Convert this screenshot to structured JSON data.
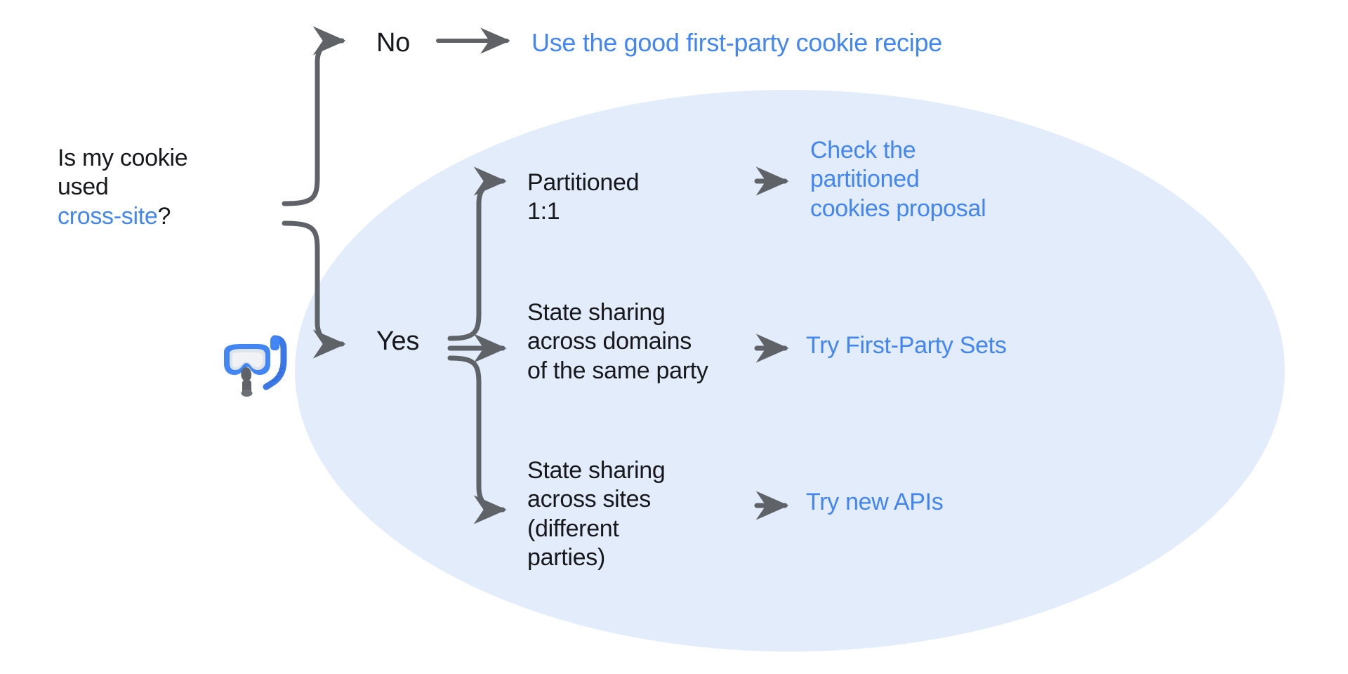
{
  "diagram": {
    "type": "decision-flowchart",
    "title_question": {
      "line1": "Is my cookie",
      "line2": "used",
      "highlight": "cross-site",
      "suffix": "?",
      "full_text": "Is my cookie used cross-site?"
    },
    "branches": [
      {
        "id": "no",
        "label": "No",
        "outcome": "Use the good first-party cookie recipe",
        "outcome_is_link": true,
        "inside_highlight": false
      },
      {
        "id": "yes",
        "label": "Yes",
        "inside_highlight": true,
        "options": [
          {
            "id": "partitioned",
            "text": "Partitioned\n1:1",
            "outcome": "Check the\npartitioned\ncookies proposal",
            "outcome_is_link": true
          },
          {
            "id": "state-sharing-domains",
            "text": "State sharing\nacross domains\nof the same party",
            "outcome": "Try First-Party Sets",
            "outcome_is_link": true
          },
          {
            "id": "state-sharing-sites",
            "text": "State sharing\nacross sites\n(different\nparties)",
            "outcome": "Try new APIs",
            "outcome_is_link": true
          }
        ]
      }
    ],
    "decoration": {
      "emoji_name": "diving-mask-emoji",
      "emoji_glyph": "🤿",
      "highlight_shape": "ellipse"
    },
    "colors": {
      "link_blue": "#4285f4",
      "text_dark": "#16181c",
      "highlight_fill": "#e3ecfb",
      "arrow_gray": "#5f6368",
      "background": "#ffffff"
    }
  }
}
